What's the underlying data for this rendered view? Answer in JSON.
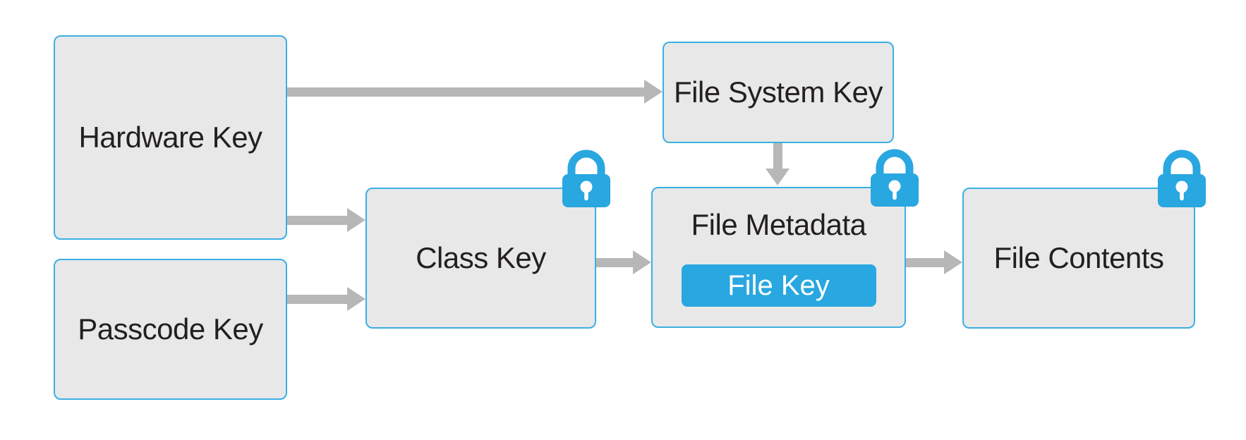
{
  "nodes": {
    "hardware_key": {
      "label": "Hardware Key",
      "locked": false
    },
    "passcode_key": {
      "label": "Passcode Key",
      "locked": false
    },
    "class_key": {
      "label": "Class Key",
      "locked": true
    },
    "file_system_key": {
      "label": "File System Key",
      "locked": false
    },
    "file_metadata": {
      "label": "File Metadata",
      "locked": true
    },
    "file_key": {
      "label": "File Key"
    },
    "file_contents": {
      "label": "File Contents",
      "locked": true
    }
  },
  "edges": [
    {
      "from": "hardware_key",
      "to": "file_system_key",
      "direction": "right"
    },
    {
      "from": "hardware_key",
      "to": "class_key",
      "direction": "right"
    },
    {
      "from": "passcode_key",
      "to": "class_key",
      "direction": "right"
    },
    {
      "from": "class_key",
      "to": "file_metadata",
      "direction": "right"
    },
    {
      "from": "file_system_key",
      "to": "file_metadata",
      "direction": "down"
    },
    {
      "from": "file_metadata",
      "to": "file_contents",
      "direction": "right"
    }
  ],
  "icons": {
    "lock": "lock-icon"
  },
  "colors": {
    "background": "#ffffff",
    "box_fill": "#e8e8e9",
    "box_border": "#3bafe3",
    "arrow_gray": "#b7b7b7",
    "lock_blue": "#29a7e0",
    "file_key_fill": "#29a7e0",
    "file_key_text": "#ffffff",
    "label_text": "#231f20"
  }
}
